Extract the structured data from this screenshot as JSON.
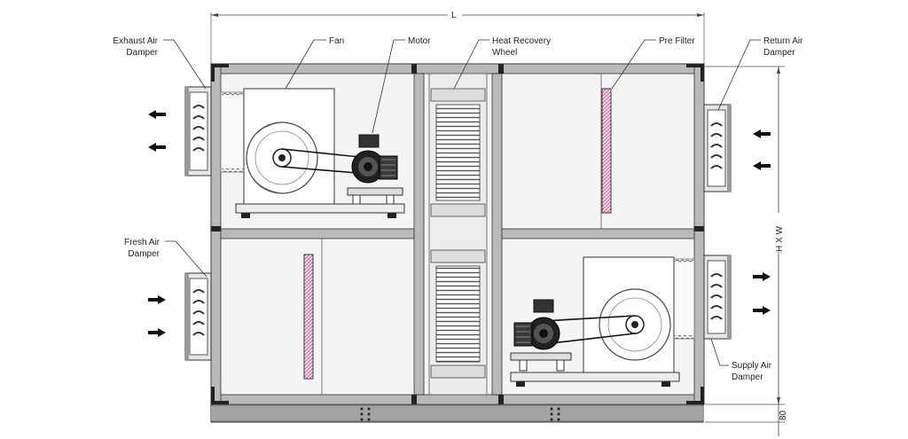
{
  "labels": {
    "exhaust_air_damper": [
      "Exhaust Air",
      "Damper"
    ],
    "fan": "Fan",
    "motor": "Motor",
    "heat_recovery_wheel": [
      "Heat Recovery",
      "Wheel"
    ],
    "pre_filter": "Pre Filter",
    "return_air_damper": [
      "Return Air",
      "Damper"
    ],
    "fresh_air_damper": [
      "Fresh Air",
      "Damper"
    ],
    "supply_air_damper": [
      "Supply Air",
      "Damper"
    ]
  },
  "dimensions": {
    "length": "L",
    "height_width": "H X W",
    "base": "80"
  },
  "colors": {
    "frame": "#b9b9b9",
    "frame_dark": "#4a4a4a",
    "corner": "#222222",
    "panel": "#f4f4f4",
    "filter_hatch": "#c8508c",
    "line": "#333333"
  }
}
